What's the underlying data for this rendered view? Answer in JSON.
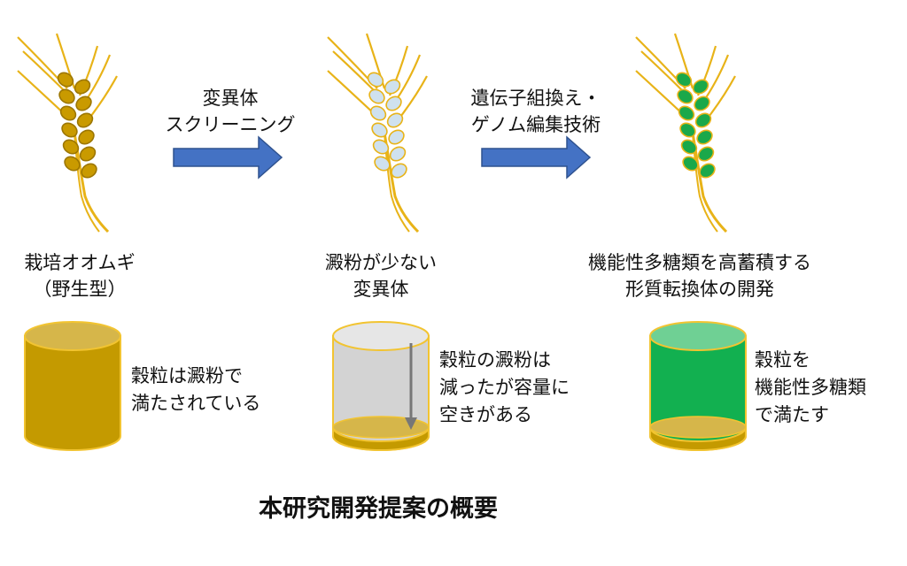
{
  "colors": {
    "wild_grain": "#c99a00",
    "wild_grain_dark": "#9c7600",
    "stalk": "#e8b318",
    "mutant_grain": "#cfe1ee",
    "engineered_grain": "#1aa84a",
    "arrow_fill": "#4472c4",
    "arrow_stroke": "#2f528f",
    "cyl_gold": "#c49a00",
    "cyl_gold_top": "#d6b64a",
    "cyl_gray": "#d3d3d3",
    "cyl_green": "#12b050",
    "cyl_green_top": "#6fd094",
    "cyl_rim": "#f2c431"
  },
  "stages": [
    {
      "label_lines": [
        "栽培オオムギ",
        "（野生型）"
      ],
      "grain": "wild",
      "description_lines": [
        "穀粒は澱粉で",
        "満たされている"
      ]
    },
    {
      "label_lines": [
        "澱粉が少ない",
        "変異体"
      ],
      "grain": "mutant",
      "description_lines": [
        "穀粒の澱粉は",
        "減ったが容量に",
        "空きがある"
      ]
    },
    {
      "label_lines": [
        "機能性多糖類を高蓄積する",
        "形質転換体の開発"
      ],
      "grain": "engineered",
      "description_lines": [
        "穀粒を",
        "機能性多糖類",
        "で満たす"
      ]
    }
  ],
  "arrows": [
    {
      "label_lines": [
        "変異体",
        "スクリーニング"
      ]
    },
    {
      "label_lines": [
        "遺伝子組換え・",
        "ゲノム編集技術"
      ]
    }
  ],
  "title": "本研究開発提案の概要"
}
